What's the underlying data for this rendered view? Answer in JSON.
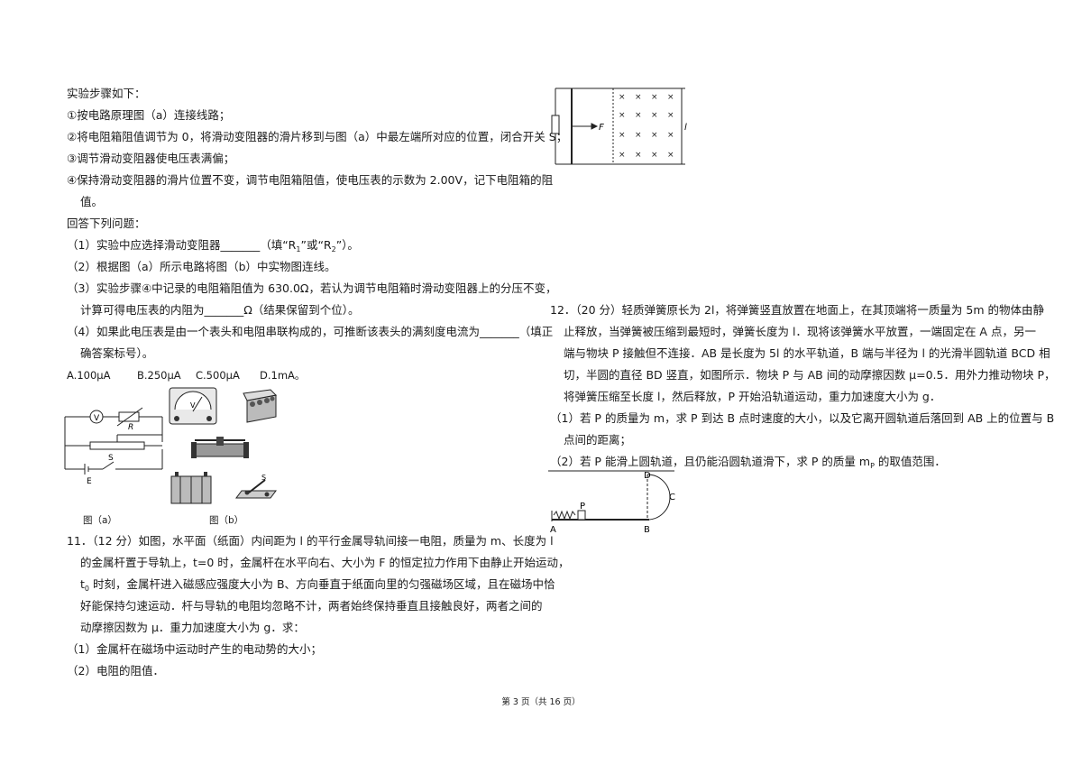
{
  "left": {
    "steps_intro": "实验步骤如下：",
    "step1": "①按电路原理图（a）连接线路；",
    "step2": "②将电阻箱阻值调节为 0，将滑动变阻器的滑片移到与图（a）中最左端所对应的位置，闭合开关 S；",
    "step3": "③调节滑动变阻器使电压表满偏；",
    "step4_a": "④保持滑动变阻器的滑片位置不变，调节电阻箱阻值，使电压表的示数为 2.00V，记下电阻箱的阻",
    "step4_b": "值。",
    "answer_intro": "回答下列问题：",
    "q1_a": "（1）实验中应选择滑动变阻器_______（填“R",
    "q1_sub1": "1",
    "q1_b": "”或“R",
    "q1_sub2": "2",
    "q1_c": "”）。",
    "q2": "（2）根据图（a）所示电路将图（b）中实物图连线。",
    "q3_a": "（3）实验步骤④中记录的电阻箱阻值为 630.0Ω，若认为调节电阻箱时滑动变阻器上的分压不变，",
    "q3_b": "计算可得电压表的内阻为_______Ω（结果保留到个位）。",
    "q4_a": "（4）如果此电压表是由一个表头和电阻串联构成的，可推断该表头的满刻度电流为_______（填正",
    "q4_b": "确答案标号）。",
    "options": [
      "A.100μA",
      "B.250μA",
      "C.500μA",
      "D.1mA。"
    ],
    "fig_a_caption": "图（a）",
    "fig_b_caption": "图（b）",
    "fig_a_labels": {
      "V": "V",
      "R": "R",
      "E": "E",
      "S": "S"
    },
    "fig_b_labels": {
      "V": "V",
      "S": "S"
    },
    "q11_a": "11．（12 分）如图，水平面（纸面）内间距为 l 的平行金属导轨间接一电阻，质量为 m、长度为 l",
    "q11_b": "的金属杆置于导轨上，t=0 时，金属杆在水平向右、大小为 F 的恒定拉力作用下由静止开始运动，",
    "q11_c_pre": "t",
    "q11_c_sub": "0",
    "q11_c_post": " 时刻，金属杆进入磁感应强度大小为 B、方向垂直于纸面向里的匀强磁场区域，且在磁场中恰",
    "q11_d": "好能保持匀速运动．杆与导轨的电阻均忽略不计，两者始终保持垂直且接触良好，两者之间的",
    "q11_e": "动摩擦因数为 μ．重力加速度大小为 g．求：",
    "q11_1": "（1）金属杆在磁场中运动时产生的电动势的大小；",
    "q11_2": "（2）电阻的阻值．"
  },
  "right": {
    "fig11_labels": {
      "F": "F",
      "l": "l"
    },
    "q12_a": "12．（20 分）轻质弹簧原长为 2l，将弹簧竖直放置在地面上，在其顶端将一质量为 5m 的物体由静",
    "q12_b": "止释放，当弹簧被压缩到最短时，弹簧长度为 l．现将该弹簧水平放置，一端固定在 A 点，另一",
    "q12_c": "端与物块 P 接触但不连接．AB 是长度为 5l 的水平轨道，B 端与半径为 l 的光滑半圆轨道 BCD 相",
    "q12_d": "切，半圆的直径 BD 竖直，如图所示．物块 P 与 AB 间的动摩擦因数 μ=0.5．用外力推动物块 P，",
    "q12_e": "将弹簧压缩至长度 l，然后释放，P 开始沿轨道运动，重力加速度大小为 g．",
    "q12_1a": "（1）若 P 的质量为 m，求 P 到达 B 点时速度的大小，以及它离开圆轨道后落回到 AB 上的位置与 B",
    "q12_1b": "点间的距离；",
    "q12_2_pre": "（2）若 P 能滑上圆轨道，且仍能沿圆轨道滑下，求 P 的质量 m",
    "q12_2_sub": "P",
    "q12_2_post": " 的取值范围．",
    "fig12_labels": {
      "D": "D",
      "C": "C",
      "P": "P",
      "A": "A",
      "B": "B"
    }
  },
  "footer": "第 3 页（共 16 页）"
}
